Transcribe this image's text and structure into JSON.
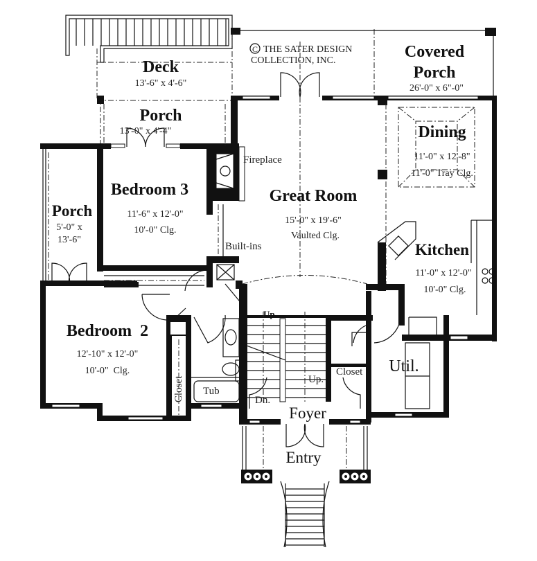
{
  "copyright": {
    "line1": "THE SATER DESIGN",
    "line2": "COLLECTION, INC.",
    "symbol": "C"
  },
  "rooms": {
    "deck": {
      "name": "Deck",
      "dims": "13'-6\" x 4'-6\""
    },
    "covered_porch": {
      "name1": "Covered",
      "name2": "Porch",
      "dims": "26'-0\" x 6\"-0\""
    },
    "rear_porch": {
      "name": "Porch",
      "dims": "13'-0\" x 4'-4\""
    },
    "dining": {
      "name": "Dining",
      "dims": "11'-0\" x 12'-8\"",
      "ceiling": "11'-0\" Tray Clg."
    },
    "bedroom3": {
      "name": "Bedroom 3",
      "dims": "11'-6\" x 12'-0\"",
      "ceiling": "10'-0\"  Clg."
    },
    "great_room": {
      "name": "Great Room",
      "dims": "15'-0\" x 19'-6\"",
      "ceiling": "Vaulted Clg."
    },
    "side_porch": {
      "name": "Porch",
      "dims1": "5'-0\" x",
      "dims2": "13'-6\""
    },
    "kitchen": {
      "name": "Kitchen",
      "dims": "11'-0\" x 12'-0\"",
      "ceiling": "10'-0\" Clg."
    },
    "bedroom2": {
      "name": "Bedroom  2",
      "dims": "12'-10\" x 12'-0\"",
      "ceiling": "10'-0\"  Clg."
    },
    "foyer": {
      "name": "Foyer"
    },
    "entry": {
      "name": "Entry"
    },
    "util": {
      "name": "Util."
    }
  },
  "labels": {
    "fireplace": "Fireplace",
    "builtins": "Built-ins",
    "closet_bed2": "Closet",
    "closet_foyer": "Closet",
    "tub": "Tub",
    "up_top": "Up.",
    "up_bottom": "Up.",
    "down": "Dn."
  }
}
